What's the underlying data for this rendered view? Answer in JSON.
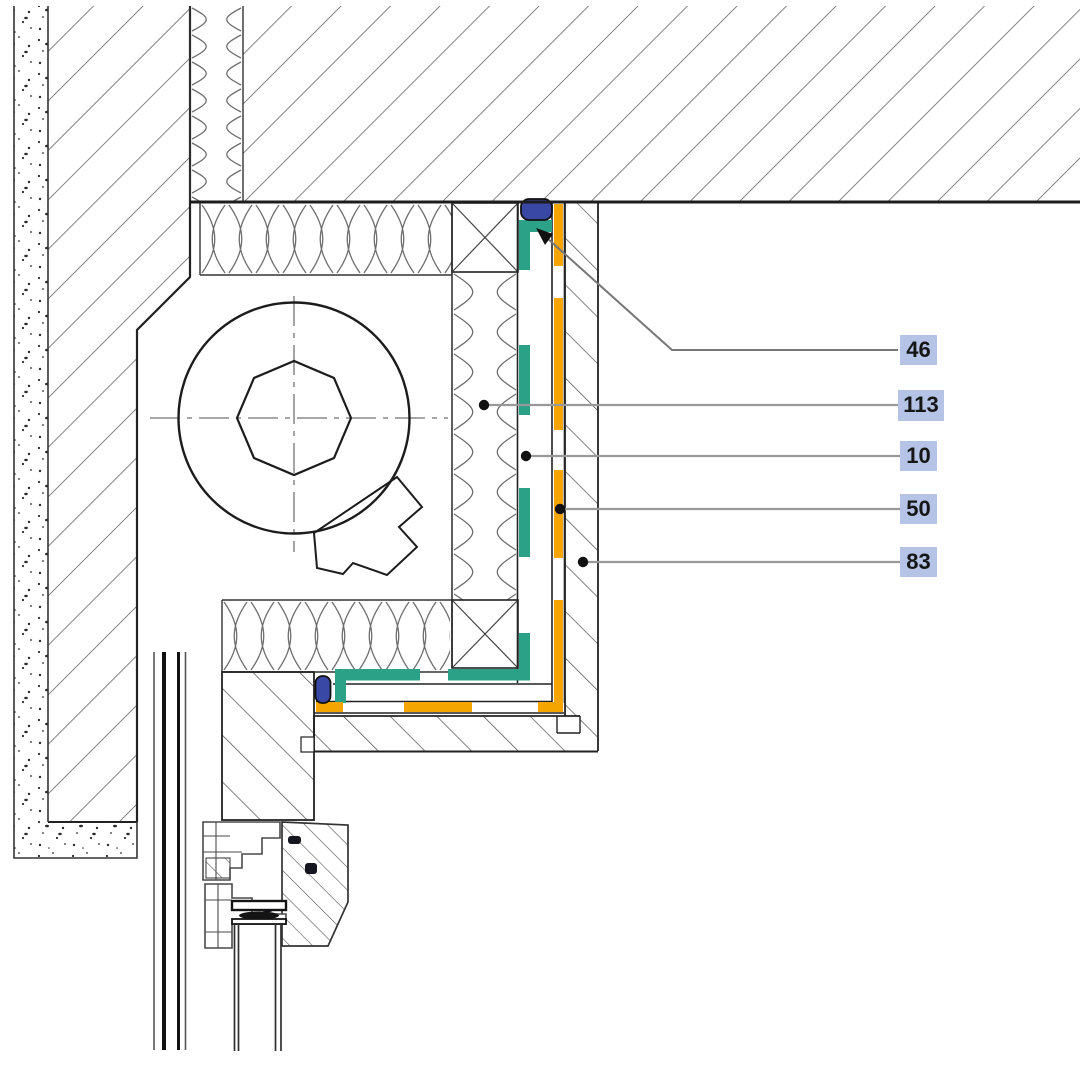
{
  "callouts": {
    "items": [
      {
        "label": "46"
      },
      {
        "label": "113"
      },
      {
        "label": "10"
      },
      {
        "label": "50"
      },
      {
        "label": "83"
      }
    ]
  },
  "colors": {
    "teal": "#2BA188",
    "orange": "#F5A500",
    "seal_blue": "#3948A4",
    "label_bg": "#B5C4E6",
    "label_text": "#161616",
    "leader_gray": "#999999",
    "line_dark": "#1D1D1D",
    "hatch_gray": "#4D4D4D",
    "centerline_gray": "#9B9B9B",
    "alu_gray": "#4A4A4A"
  }
}
